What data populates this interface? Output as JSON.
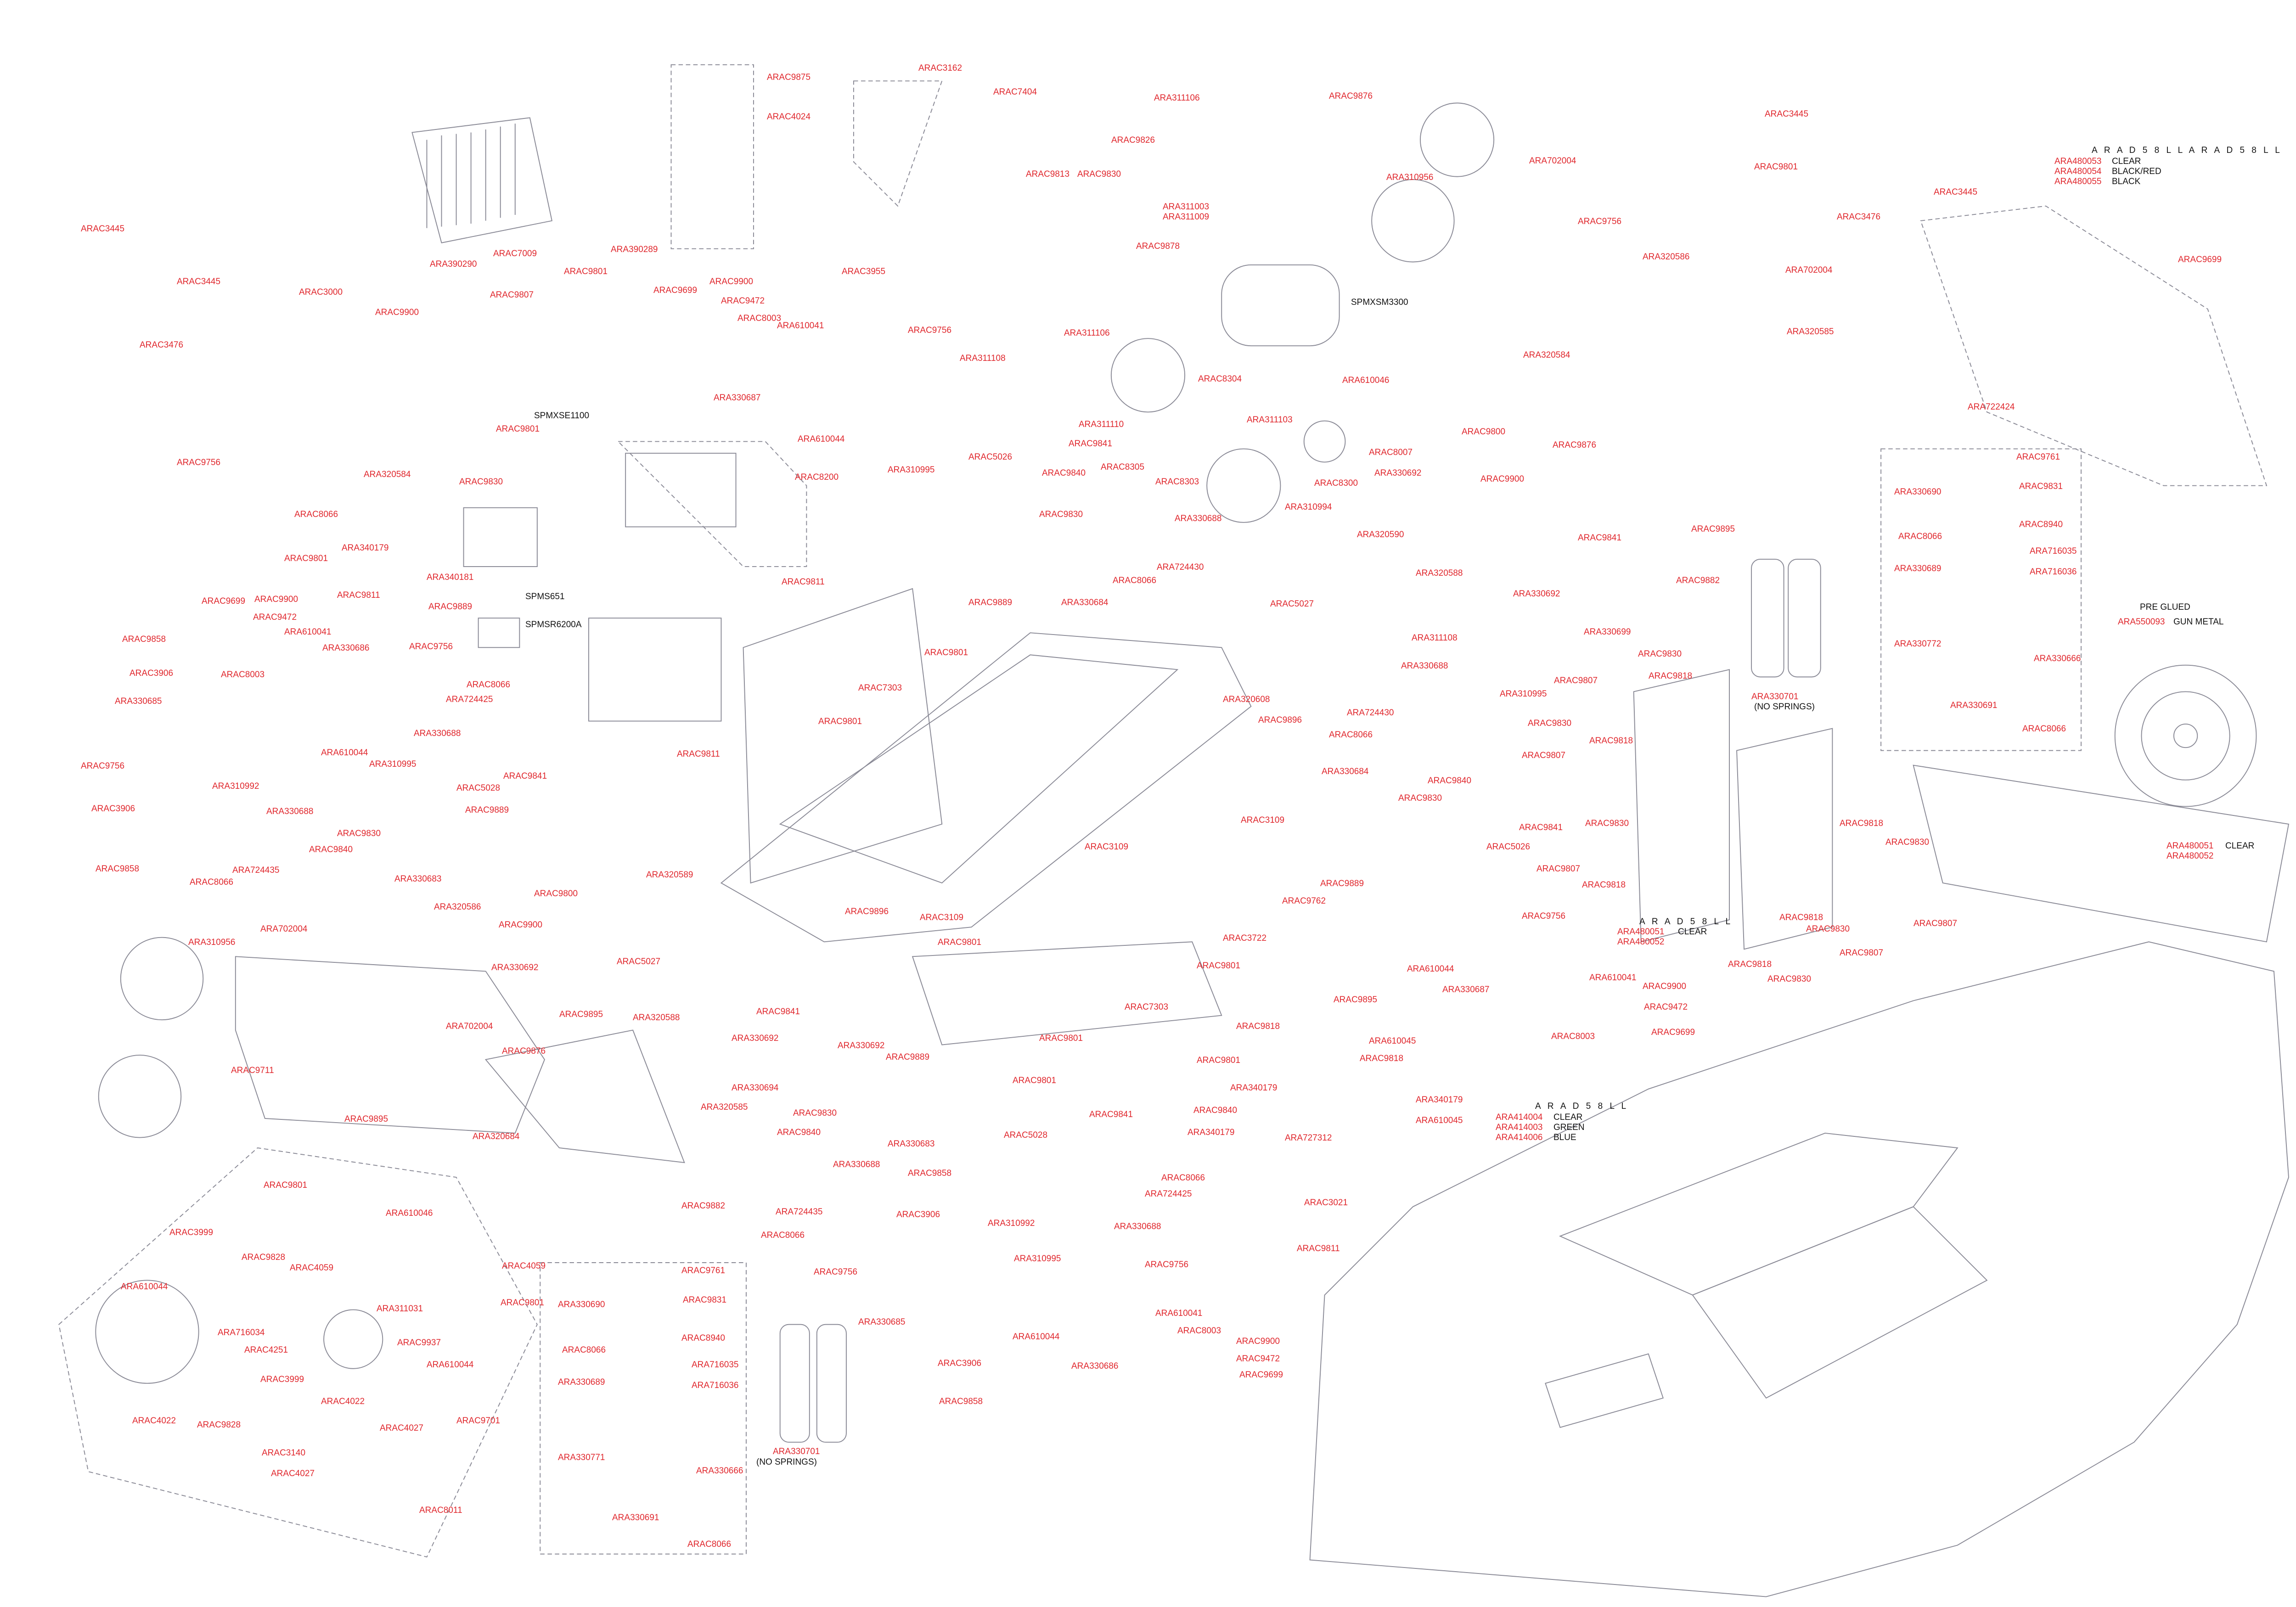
{
  "title_blocks": {
    "wing": {
      "heading": "A R A D 5 8 L L A R A D 5 8 L L",
      "rows": [
        {
          "part": "ARA480053",
          "desc": "CLEAR"
        },
        {
          "part": "ARA480054",
          "desc": "BLACK/RED"
        },
        {
          "part": "ARA480055",
          "desc": "BLACK"
        }
      ]
    },
    "body": {
      "heading": "A R A D 5 8 L L",
      "rows": [
        {
          "part": "ARA414004",
          "desc": "CLEAR"
        },
        {
          "part": "ARA414003",
          "desc": "GREEN"
        },
        {
          "part": "ARA414006",
          "desc": "BLUE"
        }
      ]
    },
    "wheel": {
      "heading": "PRE GLUED",
      "part": "ARA550093",
      "desc": "GUN METAL"
    },
    "side_panel_right": {
      "part1": "ARA480051",
      "desc": "CLEAR",
      "part2": "ARA480052"
    },
    "side_panel_left": {
      "heading": "A R A D 5 8 L L",
      "part1": "ARA480051",
      "desc": "CLEAR",
      "part2": "ARA480052"
    }
  },
  "notes": [
    "SPMXSE1100",
    "SPMS651",
    "SPMSR6200A",
    "SPMXSM3300",
    "(NO SPRINGS)",
    "(NO SPRINGS)"
  ],
  "part_numbers": [
    "ARAC3445",
    "ARAC3445",
    "ARAC3476",
    "ARAC3000",
    "ARAC9900",
    "ARAC7009",
    "ARA390290",
    "ARAC9807",
    "ARAC9801",
    "ARA390289",
    "ARAC9756",
    "ARA320584",
    "ARAC9801",
    "ARAC9830",
    "ARAC8066",
    "ARA340179",
    "ARAC9801",
    "ARA340181",
    "ARAC9811",
    "ARAC9889",
    "ARAC9699",
    "ARAC9900",
    "ARAC9472",
    "ARA610041",
    "ARA330686",
    "ARAC9756",
    "ARAC9858",
    "ARAC3906",
    "ARAC8003",
    "ARAC8066",
    "ARA724425",
    "ARA330685",
    "ARA330688",
    "ARA610044",
    "ARA310995",
    "ARAC9841",
    "ARAC5028",
    "ARAC9756",
    "ARA310992",
    "ARAC3906",
    "ARA330688",
    "ARAC9830",
    "ARAC9889",
    "ARAC9840",
    "ARAC9858",
    "ARA724435",
    "ARAC8066",
    "ARA330683",
    "ARA320586",
    "ARAC9800",
    "ARA702004",
    "ARAC9900",
    "ARA330692",
    "ARA310956",
    "ARAC5027",
    "ARAC9895",
    "ARA320588",
    "ARA702004",
    "ARAC9876",
    "ARAC9711",
    "ARAC9895",
    "ARA320684",
    "ARA320589",
    "ARAC9875",
    "ARAC3162",
    "ARAC7404",
    "ARAC4024",
    "ARAC3955",
    "ARAC9699",
    "ARAC9900",
    "ARAC9472",
    "ARAC8003",
    "ARA610041",
    "ARAC9756",
    "ARA330687",
    "ARA610044",
    "ARAC8200",
    "ARA310995",
    "ARAC5026",
    "ARAC9811",
    "ARA330684",
    "ARAC9889",
    "ARAC9801",
    "ARAC7303",
    "ARAC9801",
    "ARAC9811",
    "ARA311108",
    "ARAC9813",
    "ARAC9830",
    "ARA311106",
    "ARAC9826",
    "ARA311106",
    "ARAC9876",
    "ARA311003",
    "ARA311009",
    "ARAC9878",
    "ARA310956",
    "ARA702004",
    "ARA311110",
    "ARAC9841",
    "ARAC9840",
    "ARAC8305",
    "ARAC8304",
    "ARA311103",
    "ARAC8303",
    "ARA610046",
    "ARAC8007",
    "ARA330692",
    "ARAC8300",
    "ARAC9830",
    "ARA330688",
    "ARA310994",
    "ARA724430",
    "ARAC8066",
    "ARAC5027",
    "ARA320590",
    "ARAC9800",
    "ARAC9876",
    "ARAC9900",
    "ARA320588",
    "ARA330692",
    "ARAC9841",
    "ARA330699",
    "ARA311108",
    "ARA320584",
    "ARAC9756",
    "ARA320586",
    "ARAC9801",
    "ARAC3445",
    "ARAC3476",
    "ARAC3445",
    "ARA702004",
    "ARA320585",
    "ARAC9895",
    "ARAC9882",
    "ARAC9699",
    "ARA722424",
    "ARAC9761",
    "ARAC9831",
    "ARA330690",
    "ARAC8940",
    "ARAC8066",
    "ARA716035",
    "ARA330689",
    "ARA716036",
    "ARA330772",
    "ARA330666",
    "ARA330691",
    "ARAC8066",
    "ARA330701",
    "ARAC9830",
    "ARAC9807",
    "ARAC9818",
    "ARA330688",
    "ARA310995",
    "ARA724430",
    "ARAC9830",
    "ARAC9818",
    "ARAC9807",
    "ARAC8066",
    "ARA320608",
    "ARAC9896",
    "ARA330684",
    "ARAC9840",
    "ARAC9830",
    "ARAC9841",
    "ARAC5026",
    "ARAC9830",
    "ARAC3109",
    "ARAC3109",
    "ARAC9807",
    "ARAC9818",
    "ARAC9889",
    "ARAC9762",
    "ARAC3722",
    "ARAC9801",
    "ARAC9756",
    "ARA610044",
    "ARA330687",
    "ARA610041",
    "ARAC9900",
    "ARAC9472",
    "ARAC8003",
    "ARAC9699",
    "ARAC9895",
    "ARAC3109",
    "ARAC9801",
    "ARAC9896",
    "ARAC7303",
    "ARAC9818",
    "ARAC9801",
    "ARA610045",
    "ARAC9818",
    "ARA340179",
    "ARAC9801",
    "ARAC9801",
    "ARAC9840",
    "ARA340179",
    "ARA610045",
    "ARA340179",
    "ARA727312",
    "ARAC9841",
    "ARAC5028",
    "ARAC9858",
    "ARAC8066",
    "ARA724425",
    "ARA330688",
    "ARAC3021",
    "ARA310992",
    "ARAC3906",
    "ARAC9756",
    "ARAC9811",
    "ARA310995",
    "ARA610041",
    "ARAC8003",
    "ARAC9900",
    "ARAC9472",
    "ARAC9699",
    "ARA610044",
    "ARA330686",
    "ARAC9756",
    "ARA330685",
    "ARAC3906",
    "ARAC9858",
    "ARA330701",
    "ARAC9841",
    "ARA330692",
    "ARA330692",
    "ARAC9889",
    "ARA330694",
    "ARA320585",
    "ARAC9830",
    "ARAC9840",
    "ARA330683",
    "ARA330688",
    "ARA724435",
    "ARAC8066",
    "ARAC9882",
    "ARAC9801",
    "ARAC3999",
    "ARAC9828",
    "ARAC4059",
    "ARA610046",
    "ARAC4059",
    "ARAC9801",
    "ARA610044",
    "ARA716034",
    "ARAC4251",
    "ARA311031",
    "ARAC9937",
    "ARAC3999",
    "ARA610044",
    "ARAC4022",
    "ARAC4022",
    "ARAC9828",
    "ARAC9701",
    "ARAC4027",
    "ARAC3140",
    "ARAC4027",
    "ARAC8011",
    "ARAC9761",
    "ARAC9831",
    "ARA330690",
    "ARAC8066",
    "ARAC8940",
    "ARA716035",
    "ARA330689",
    "ARA716036",
    "ARA330771",
    "ARA330666",
    "ARA330691",
    "ARAC8066",
    "ARAC9818",
    "ARAC9830",
    "ARAC9807",
    "ARAC9818",
    "ARAC9830",
    "ARAC9807",
    "ARAC9818",
    "ARAC9830"
  ],
  "colors": {
    "part": "#e0282e",
    "note": "#111111",
    "line": "#8a8a96"
  }
}
